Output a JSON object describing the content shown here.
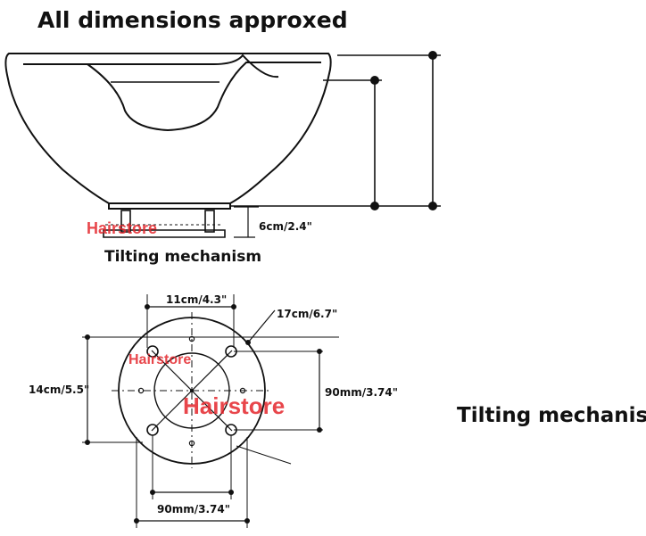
{
  "title": "All dimensions approxed",
  "top_view": {
    "mechanism_height": "6cm/2.4\"",
    "caption": "Tilting mechanism",
    "watermark": "Hairstore"
  },
  "plate": {
    "top_spacing": "11cm/4.3\"",
    "diameter": "17cm/6.7\"",
    "left_height": "14cm/5.5\"",
    "right_height": "90mm/3.74\"",
    "bottom_spacing": "90mm/3.74\"",
    "watermark_small": "Hairstore",
    "watermark_large": "Hairstore"
  },
  "caption_right": "Tilting mechanism",
  "colors": {
    "ink": "#111111",
    "watermark": "#e4262c"
  }
}
